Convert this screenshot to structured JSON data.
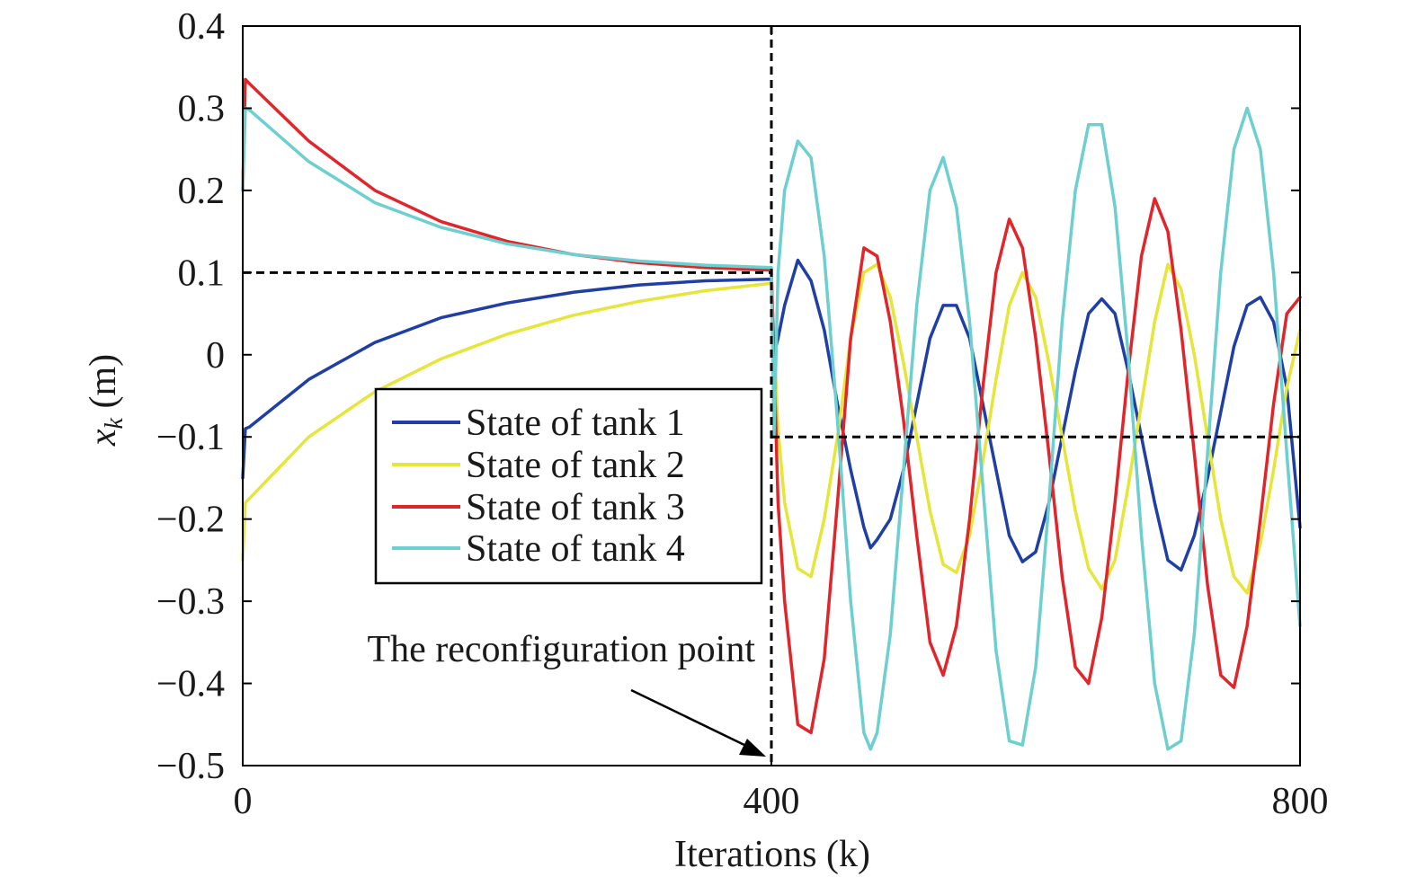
{
  "chart_data": {
    "type": "line",
    "xlabel": "Iterations (k)",
    "ylabel_main": "x",
    "ylabel_sub": "k",
    "ylabel_unit": " (m)",
    "xlim": [
      0,
      800
    ],
    "ylim": [
      -0.5,
      0.4
    ],
    "xticks": [
      0,
      400,
      800
    ],
    "xtick_labels": [
      "0",
      "400",
      "800"
    ],
    "yticks": [
      0.4,
      0.3,
      0.2,
      0.1,
      0,
      -0.1,
      -0.2,
      -0.3,
      -0.4,
      -0.5
    ],
    "ytick_labels": [
      "0.4",
      "0.3",
      "0.2",
      "0.1",
      "0",
      "−0.1",
      "−0.2",
      "−0.3",
      "−0.4",
      "−0.5"
    ],
    "grid": false,
    "legend_position": "center-left",
    "reference_lines": [
      {
        "kind": "horizontal",
        "y": 0.1,
        "x_range": [
          0,
          400
        ],
        "style": "dashed",
        "color": "#000000"
      },
      {
        "kind": "horizontal",
        "y": -0.1,
        "x_range": [
          400,
          800
        ],
        "style": "dashed",
        "color": "#000000"
      },
      {
        "kind": "vertical",
        "x": 400,
        "style": "dashed",
        "color": "#000000"
      }
    ],
    "annotation": {
      "text": "The reconfiguration point",
      "points_to": [
        400,
        -0.5
      ]
    },
    "series": [
      {
        "name": "State of tank 1",
        "color": "#1f3fa5",
        "x": [
          0,
          2,
          5,
          50,
          100,
          150,
          200,
          250,
          300,
          350,
          400,
          402,
          405,
          410,
          420,
          430,
          440,
          450,
          460,
          470,
          475,
          480,
          490,
          500,
          510,
          520,
          530,
          540,
          550,
          560,
          570,
          580,
          590,
          600,
          610,
          620,
          630,
          640,
          650,
          660,
          670,
          680,
          690,
          700,
          710,
          720,
          730,
          740,
          750,
          760,
          770,
          780,
          790,
          800
        ],
        "y": [
          -0.15,
          -0.09,
          -0.088,
          -0.03,
          0.015,
          0.045,
          0.063,
          0.076,
          0.085,
          0.09,
          0.092,
          0.0,
          0.02,
          0.06,
          0.115,
          0.09,
          0.03,
          -0.06,
          -0.14,
          -0.21,
          -0.235,
          -0.225,
          -0.2,
          -0.14,
          -0.06,
          0.02,
          0.06,
          0.06,
          0.02,
          -0.06,
          -0.14,
          -0.22,
          -0.252,
          -0.24,
          -0.18,
          -0.1,
          -0.02,
          0.05,
          0.068,
          0.05,
          -0.02,
          -0.1,
          -0.18,
          -0.25,
          -0.262,
          -0.22,
          -0.15,
          -0.07,
          0.01,
          0.06,
          0.07,
          0.04,
          -0.04,
          -0.21
        ]
      },
      {
        "name": "State of tank 2",
        "color": "#e6e63a",
        "x": [
          0,
          2,
          5,
          50,
          100,
          150,
          200,
          250,
          300,
          350,
          400,
          405,
          410,
          420,
          430,
          440,
          450,
          460,
          470,
          480,
          490,
          500,
          510,
          520,
          530,
          540,
          550,
          560,
          570,
          580,
          590,
          600,
          610,
          620,
          630,
          640,
          650,
          660,
          670,
          680,
          690,
          700,
          710,
          720,
          730,
          740,
          750,
          760,
          770,
          780,
          790,
          800
        ],
        "y": [
          -0.25,
          -0.18,
          -0.175,
          -0.1,
          -0.045,
          -0.005,
          0.025,
          0.048,
          0.065,
          0.078,
          0.087,
          -0.09,
          -0.18,
          -0.26,
          -0.27,
          -0.2,
          -0.1,
          0.02,
          0.1,
          0.11,
          0.07,
          -0.01,
          -0.1,
          -0.19,
          -0.255,
          -0.265,
          -0.22,
          -0.13,
          -0.03,
          0.06,
          0.1,
          0.07,
          -0.01,
          -0.1,
          -0.19,
          -0.26,
          -0.285,
          -0.25,
          -0.16,
          -0.06,
          0.04,
          0.11,
          0.08,
          0.0,
          -0.1,
          -0.2,
          -0.27,
          -0.29,
          -0.23,
          -0.14,
          -0.04,
          0.03
        ]
      },
      {
        "name": "State of tank 3",
        "color": "#e0262b",
        "x": [
          0,
          2,
          5,
          50,
          100,
          150,
          200,
          250,
          300,
          350,
          400,
          405,
          410,
          420,
          430,
          440,
          450,
          460,
          470,
          480,
          490,
          500,
          510,
          520,
          530,
          540,
          550,
          560,
          570,
          580,
          590,
          600,
          610,
          620,
          630,
          640,
          650,
          660,
          670,
          680,
          690,
          700,
          710,
          720,
          730,
          740,
          750,
          760,
          770,
          780,
          790,
          800
        ],
        "y": [
          0.2,
          0.335,
          0.33,
          0.26,
          0.2,
          0.162,
          0.138,
          0.122,
          0.112,
          0.106,
          0.103,
          -0.18,
          -0.3,
          -0.45,
          -0.46,
          -0.37,
          -0.18,
          0.02,
          0.13,
          0.12,
          0.04,
          -0.08,
          -0.22,
          -0.35,
          -0.39,
          -0.33,
          -0.2,
          -0.04,
          0.1,
          0.165,
          0.13,
          0.02,
          -0.12,
          -0.27,
          -0.38,
          -0.4,
          -0.32,
          -0.18,
          -0.02,
          0.12,
          0.19,
          0.15,
          0.03,
          -0.12,
          -0.28,
          -0.39,
          -0.405,
          -0.33,
          -0.2,
          -0.06,
          0.05,
          0.07
        ]
      },
      {
        "name": "State of tank 4",
        "color": "#6dcfcf",
        "x": [
          0,
          2,
          5,
          50,
          100,
          150,
          200,
          250,
          300,
          350,
          400,
          402,
          405,
          410,
          420,
          430,
          440,
          450,
          460,
          470,
          475,
          480,
          490,
          500,
          510,
          520,
          530,
          540,
          550,
          560,
          570,
          580,
          590,
          600,
          610,
          620,
          630,
          640,
          650,
          660,
          670,
          680,
          690,
          700,
          710,
          720,
          730,
          740,
          750,
          760,
          770,
          780,
          790,
          800
        ],
        "y": [
          0.2,
          0.3,
          0.298,
          0.235,
          0.185,
          0.155,
          0.135,
          0.122,
          0.114,
          0.109,
          0.106,
          -0.1,
          0.1,
          0.2,
          0.26,
          0.24,
          0.12,
          -0.08,
          -0.3,
          -0.46,
          -0.48,
          -0.46,
          -0.34,
          -0.14,
          0.06,
          0.2,
          0.24,
          0.18,
          0.04,
          -0.16,
          -0.36,
          -0.47,
          -0.475,
          -0.38,
          -0.18,
          0.04,
          0.2,
          0.28,
          0.28,
          0.18,
          0.0,
          -0.22,
          -0.4,
          -0.48,
          -0.47,
          -0.34,
          -0.12,
          0.1,
          0.25,
          0.3,
          0.25,
          0.1,
          -0.12,
          -0.33
        ]
      }
    ]
  }
}
